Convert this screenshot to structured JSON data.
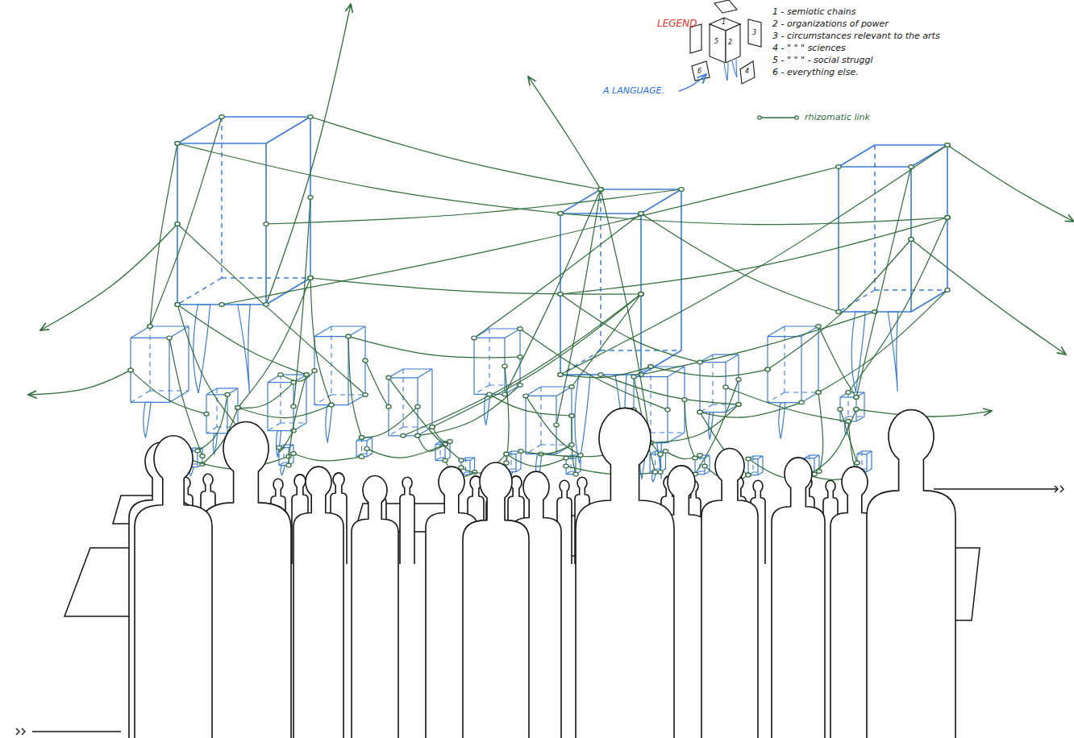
{
  "diagram": {
    "labels": [
      "LEGEND",
      "A LANGUAGE.",
      "1",
      "2",
      "3",
      "4",
      "5",
      "6"
    ],
    "legend": [
      {
        "text": "1 - semiotic chains"
      },
      {
        "text": "2 - organizations of power"
      },
      {
        "text": "3 - circumstances relevant to the arts"
      },
      {
        "text": "4 - \" \" \" sciences"
      },
      {
        "text": "5 - \" \" \" - social struggl"
      },
      {
        "text": "6 - everything else."
      },
      {
        "text": "rhizomatic link"
      }
    ]
  }
}
